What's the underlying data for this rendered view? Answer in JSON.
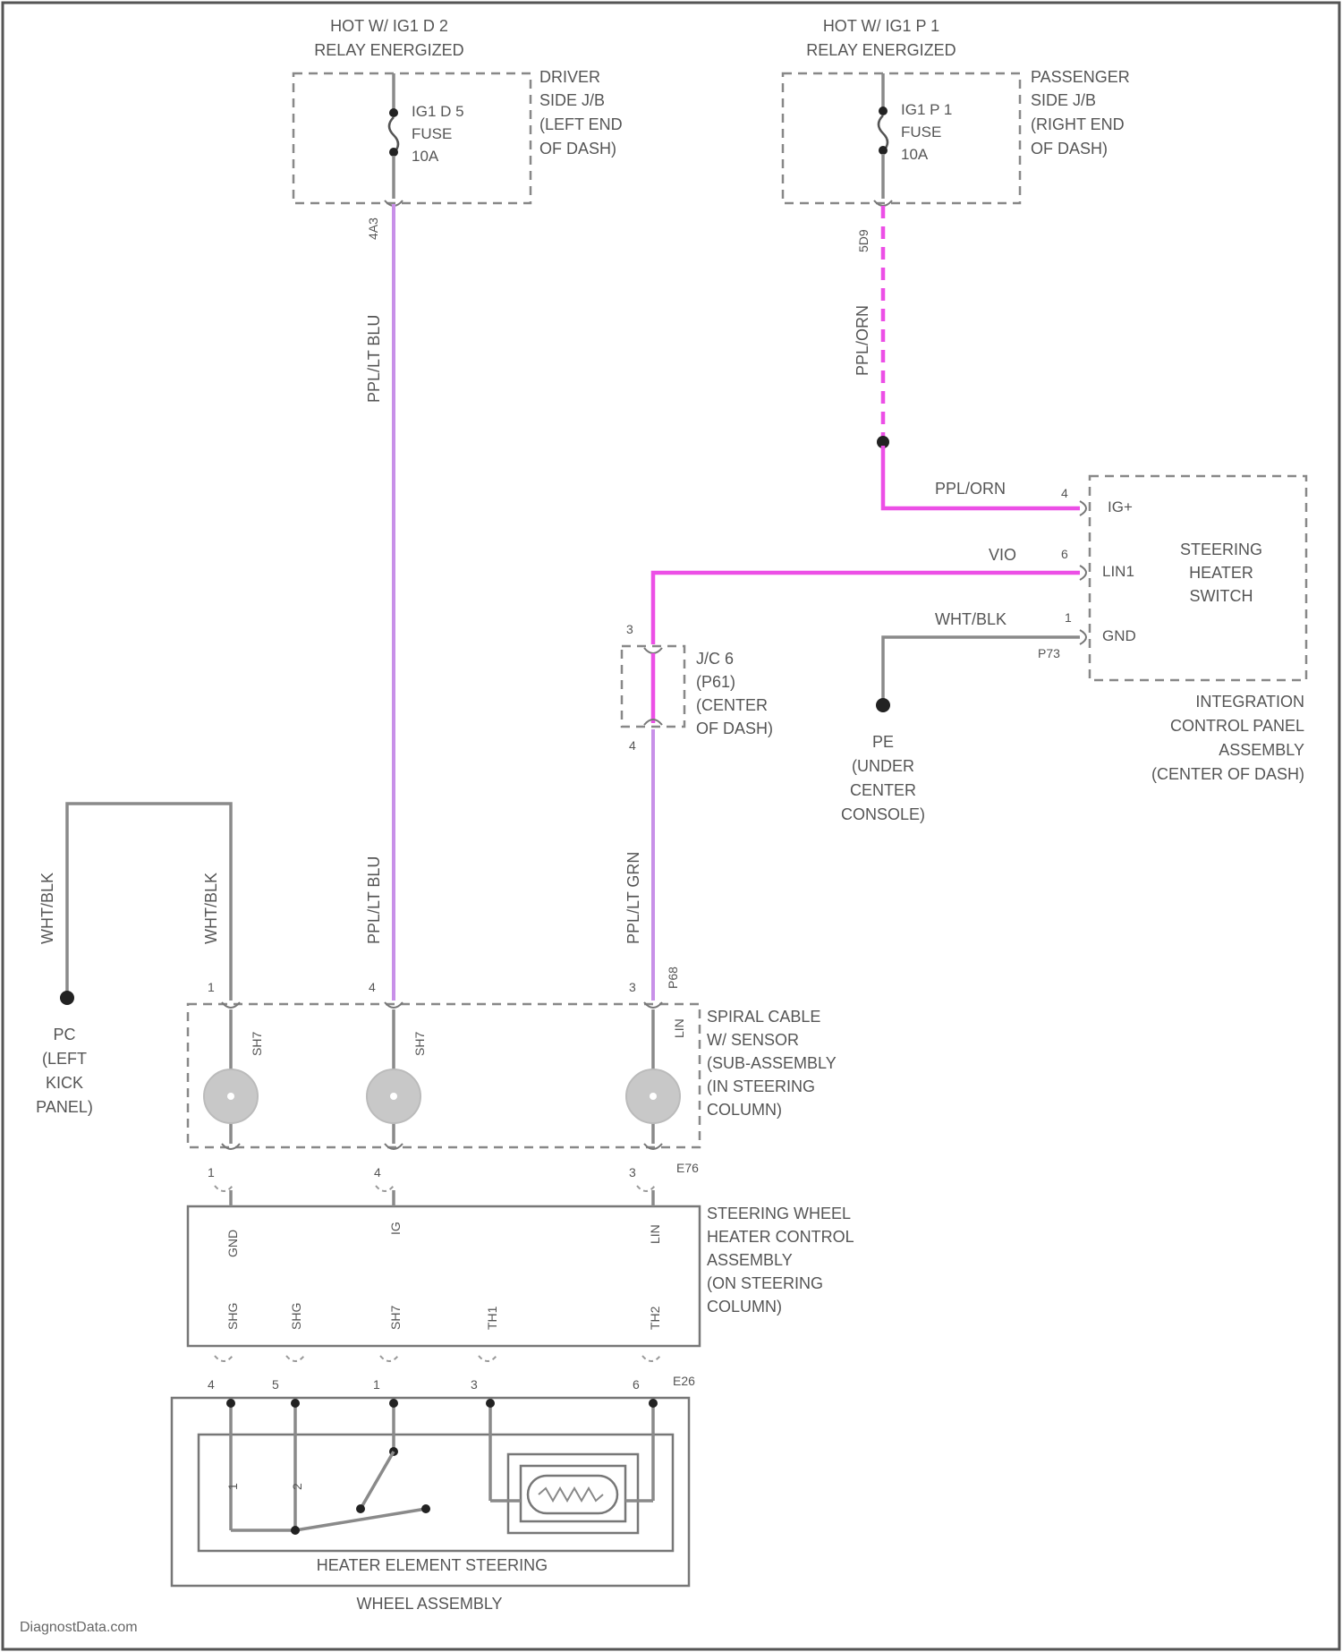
{
  "fuse_left": {
    "source": [
      "HOT W/ IG1 D 2",
      "RELAY ENERGIZED"
    ],
    "fuse": [
      "IG1 D 5",
      "FUSE",
      "10A"
    ],
    "location": [
      "DRIVER",
      "SIDE J/B",
      "(LEFT END",
      "OF DASH)"
    ],
    "connector": "4A3"
  },
  "fuse_right": {
    "source": [
      "HOT W/ IG1 P 1",
      "RELAY ENERGIZED"
    ],
    "fuse": [
      "IG1 P 1",
      "FUSE",
      "10A"
    ],
    "location": [
      "PASSENGER",
      "SIDE J/B",
      "(RIGHT END",
      "OF DASH)"
    ],
    "connector": "5D9"
  },
  "wire_labels": {
    "left_upper": "PPL/LT BLU",
    "left_lower": "PPL/LT BLU",
    "right_upper": "PPL/ORN",
    "ig_wire": "PPL/ORN",
    "vio": "VIO",
    "gnd_wire": "WHT/BLK",
    "grn_wire": "PPL/LT GRN",
    "ground_left_a": "WHT/BLK",
    "ground_left_b": "WHT/BLK"
  },
  "switch": {
    "title": [
      "STEERING",
      "HEATER",
      "SWITCH"
    ],
    "pins": [
      "IG+",
      "LIN1",
      "GND"
    ],
    "pin_numbers": [
      "4",
      "6",
      "1"
    ],
    "connector": "P73",
    "location": [
      "INTEGRATION",
      "CONTROL PANEL",
      "ASSEMBLY",
      "(CENTER OF DASH)"
    ]
  },
  "junction": {
    "label": [
      "J/C 6",
      "(P61)",
      "(CENTER",
      "OF DASH)"
    ],
    "pin_top": "3",
    "pin_bottom": "4"
  },
  "ground_pe": {
    "label": [
      "PE",
      "(UNDER",
      "CENTER",
      "CONSOLE)"
    ]
  },
  "ground_pc": {
    "label": [
      "PC",
      "(LEFT",
      "KICK",
      "PANEL)"
    ]
  },
  "spiral": {
    "label": [
      "SPIRAL CABLE",
      "W/ SENSOR",
      "(SUB-ASSEMBLY",
      "(IN STEERING",
      "COLUMN)"
    ],
    "connector_top": "P68",
    "connector_bottom": "E76",
    "pin_names": [
      "SH7",
      "SH7",
      "LIN"
    ],
    "pin_top_numbers": [
      "1",
      "4",
      "3"
    ],
    "pin_bottom_numbers": [
      "1",
      "4",
      "3"
    ]
  },
  "heater_control": {
    "label": [
      "STEERING WHEEL",
      "HEATER CONTROL",
      "ASSEMBLY",
      "(ON STEERING",
      "COLUMN)"
    ],
    "top_pins": [
      "GND",
      "IG",
      "LIN"
    ],
    "bottom_pins": [
      "SHG",
      "SHG",
      "SH7",
      "TH1",
      "TH2"
    ],
    "connector": "E26",
    "bottom_numbers": [
      "4",
      "5",
      "1",
      "3",
      "6"
    ]
  },
  "heater_element": {
    "label": [
      "HEATER ELEMENT STEERING",
      "WHEEL ASSEMBLY"
    ],
    "element_pins": [
      "1",
      "2"
    ]
  },
  "footer": "DiagnostData.com"
}
